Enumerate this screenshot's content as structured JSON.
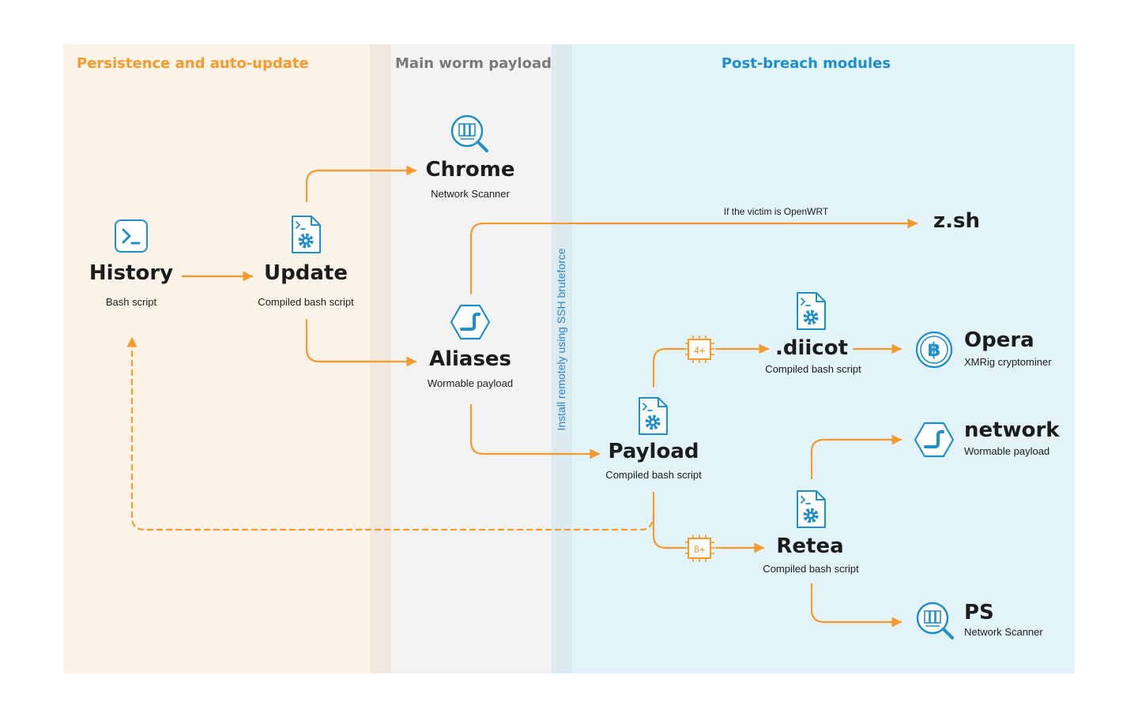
{
  "colors": {
    "orange": "#f7992b",
    "blue": "#1d8ece",
    "zone_persistence": "#fdf3e8",
    "zone_main": "#f3f3f3",
    "zone_post": "#e2f3fa",
    "separator_a": "#f3e8df",
    "separator_b": "#dcebf2"
  },
  "zones": {
    "persistence": "Persistence and auto-update",
    "main": "Main worm payload",
    "post": "Post-breach modules"
  },
  "vertical_label": "Install remotely using SSH bruteforce",
  "edge_label": "If the victim is OpenWRT",
  "nodes": {
    "history": {
      "title": "History",
      "subtitle": "Bash script",
      "icon": "terminal-icon"
    },
    "update": {
      "title": "Update",
      "subtitle": "Compiled bash script",
      "icon": "script-gear-icon"
    },
    "chrome": {
      "title": "Chrome",
      "subtitle": "Network Scanner",
      "icon": "network-scanner-icon"
    },
    "aliases": {
      "title": "Aliases",
      "subtitle": "Wormable payload",
      "icon": "worm-icon"
    },
    "zsh": {
      "title": "z.sh"
    },
    "payload": {
      "title": "Payload",
      "subtitle": "Compiled bash script",
      "icon": "script-gear-icon"
    },
    "diicot": {
      "title": ".diicot",
      "subtitle": "Compiled bash script",
      "icon": "script-gear-icon"
    },
    "opera": {
      "title": "Opera",
      "subtitle": "XMRig cryptominer",
      "icon": "bitcoin-icon"
    },
    "network": {
      "title": "network",
      "subtitle": "Wormable payload",
      "icon": "worm-icon"
    },
    "retea": {
      "title": "Retea",
      "subtitle": "Compiled bash script",
      "icon": "script-gear-icon"
    },
    "ps": {
      "title": "PS",
      "subtitle": "Network Scanner",
      "icon": "network-scanner-icon"
    }
  },
  "chips": {
    "chip_4": "4+",
    "chip_8": "8+"
  }
}
